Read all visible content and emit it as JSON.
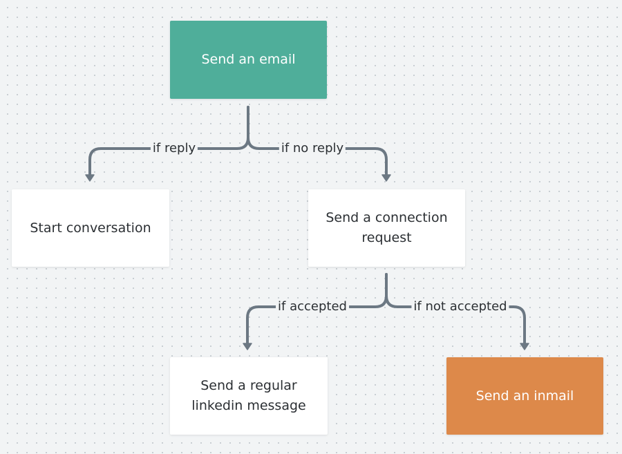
{
  "nodes": {
    "send_email": "Send an email",
    "start_conversation": "Start conversation",
    "connection_request": "Send a connection request",
    "regular_message": "Send a regular linkedin message",
    "send_inmail": "Send an inmail"
  },
  "edges": {
    "if_reply": "if reply",
    "if_no_reply": "if no reply",
    "if_accepted": "if accepted",
    "if_not_accepted": "if not accepted"
  },
  "colors": {
    "start_node": "#4fae9a",
    "end_node": "#dd894a",
    "connector": "#6c7883"
  }
}
